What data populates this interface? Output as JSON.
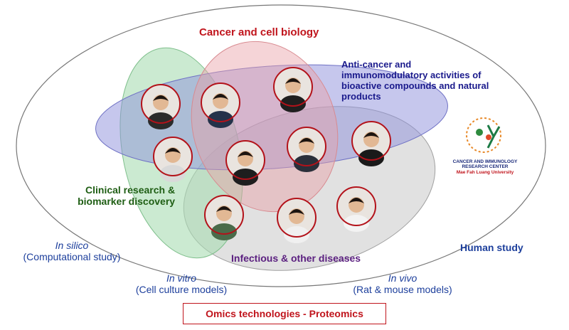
{
  "topics": {
    "cancer": "Cancer and cell biology",
    "anticancer": [
      "Anti-cancer and",
      "immunomodulatory activities of",
      "bioactive compounds and natural",
      "products"
    ],
    "clinical": [
      "Clinical research &",
      "biomarker discovery"
    ],
    "infectious": "Infectious & other diseases",
    "human": "Human study"
  },
  "methods": {
    "in_silico": {
      "title": "In silico",
      "subtitle": "(Computational study)"
    },
    "in_vitro": {
      "title": "In vitro",
      "subtitle": "(Cell culture models)"
    },
    "in_vivo": {
      "title": "In vivo",
      "subtitle": "(Rat & mouse models)"
    }
  },
  "omics": "Omics technologies - Proteomics",
  "logo": {
    "name_line1": "CANCER AND IMMUNOLOGY",
    "name_line2": "RESEARCH CENTER",
    "university": "Mae Fah Luang University"
  },
  "colors": {
    "cancer_red": "#c0141c",
    "anticancer_blue": "#1a1a8c",
    "clinical_green": "#1f5e14",
    "infectious_purple": "#5b2080",
    "method_blue": "#1d3f9c",
    "pink_fill": "#e8a0a6",
    "blue_fill": "#8d8fdc",
    "green_fill": "#a9dcb2",
    "gray_fill": "#c9c9c9"
  },
  "icons": [
    "member-photo",
    "research-center-logo"
  ]
}
